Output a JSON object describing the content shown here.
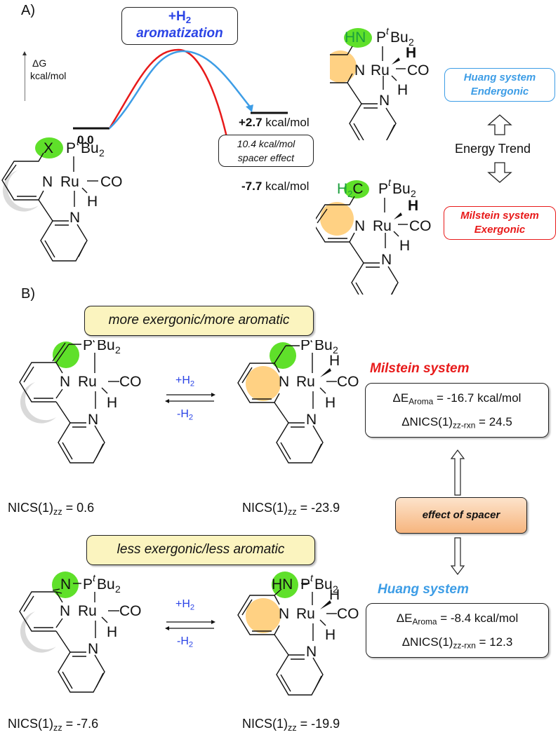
{
  "panel_a": {
    "label": "A)",
    "axis": {
      "symbol": "ΔG",
      "unit": "kcal/mol"
    },
    "top_box": {
      "line1_prefix": "+H",
      "line1_sub": "2",
      "line2": "aromatization"
    },
    "levels": {
      "start": "0.0",
      "huang_value": "+2.7",
      "huang_unit": "kcal/mol",
      "milstein_value": "-7.7",
      "milstein_unit": "kcal/mol"
    },
    "spacer_box": {
      "line1": "10.4 kcal/mol",
      "line2": "spacer effect"
    },
    "reactant": {
      "spacer": "X",
      "phos_p": "P",
      "phos_t": "t",
      "phos_bu": "Bu",
      "phos_sub": "2",
      "n": "N",
      "ru": "Ru",
      "co": "CO",
      "h": "H",
      "py_n": "N"
    },
    "huang_product": {
      "spacer": "HN",
      "phos_p": "P",
      "phos_t": "t",
      "phos_bu": "Bu",
      "phos_sub": "2",
      "h_blue": "H",
      "n": "N",
      "ru": "Ru",
      "co": "CO",
      "h": "H",
      "py_n": "N"
    },
    "milstein_product": {
      "spacer_h": "H",
      "spacer_sub": "2",
      "spacer_c": "C",
      "phos_p": "P",
      "phos_t": "t",
      "phos_bu": "Bu",
      "phos_sub": "2",
      "h_blue": "H",
      "n": "N",
      "ru": "Ru",
      "co": "CO",
      "h": "H",
      "py_n": "N"
    },
    "huang_box": {
      "line1": "Huang system",
      "line2": "Endergonic"
    },
    "energy_trend": "Energy Trend",
    "milstein_box": {
      "line1": "Milstein system",
      "line2": "Exergonic"
    },
    "colors": {
      "milstein": "#e81a1a",
      "huang": "#3d9de6",
      "h2": "#2b44e6",
      "spacer_green": "#5fe02a"
    }
  },
  "panel_b": {
    "label": "B)",
    "top_banner": "more exergonic/more aromatic",
    "bottom_banner": "less exergonic/less aromatic",
    "forward": {
      "prefix": "+H",
      "sub": "2"
    },
    "reverse": {
      "prefix": "-H",
      "sub": "2"
    },
    "mol_common": {
      "p": "P",
      "t": "t",
      "bu": "Bu",
      "sub2": "2",
      "n": "N",
      "ru": "Ru",
      "co": "CO",
      "h": "H"
    },
    "row1": {
      "reactant_nics": {
        "prefix": "NICS(1)",
        "sub": "zz",
        "value": "= 0.6"
      },
      "product_nics": {
        "prefix": "NICS(1)",
        "sub": "zz",
        "value": "= -23.9"
      }
    },
    "row2": {
      "reactant_spacer": "N",
      "product_spacer": "HN",
      "reactant_nics": {
        "prefix": "NICS(1)",
        "sub": "zz",
        "value": "= -7.6"
      },
      "product_nics": {
        "prefix": "NICS(1)",
        "sub": "zz",
        "value": "= -19.9"
      }
    },
    "milstein": {
      "title": "Milstein system",
      "de_prefix": "ΔE",
      "de_sub": "Aroma",
      "de_value": "= -16.7 kcal/mol",
      "nics_prefix": "ΔNICS(1)",
      "nics_sub": "zz-rxn",
      "nics_value": "= 24.5"
    },
    "spacer_box": "effect of spacer",
    "huang": {
      "title": "Huang system",
      "de_prefix": "ΔE",
      "de_sub": "Aroma",
      "de_value": "= -8.4 kcal/mol",
      "nics_prefix": "ΔNICS(1)",
      "nics_sub": "zz-rxn",
      "nics_value": "= 12.3"
    }
  }
}
